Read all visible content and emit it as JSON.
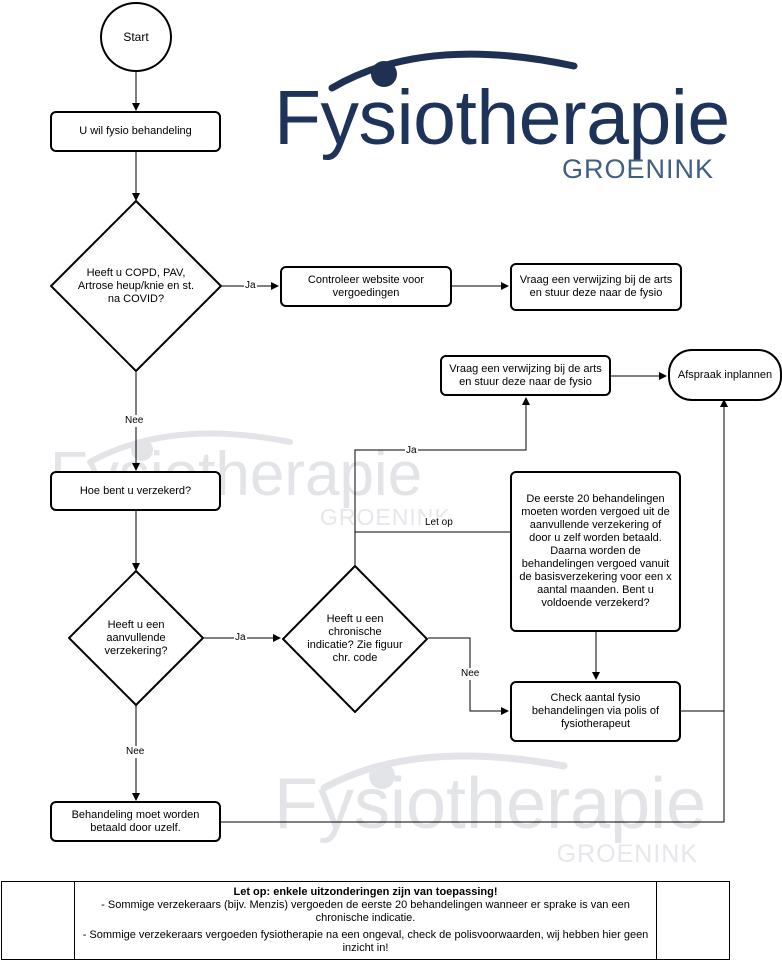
{
  "logo": {
    "title": "Fysiotherapie",
    "subtitle": "GROENINK"
  },
  "nodes": {
    "start": "Start",
    "want_treatment": "U wil fysio behandeling",
    "q_conditions": "Heeft u COPD, PAV, Artrose heup/knie en st. na COVID?",
    "check_website": "Controleer website voor vergoedingen",
    "referral_top": "Vraag een verwijzing bij de arts en stuur deze naar de fysio",
    "referral_mid": "Vraag een verwijzing bij de arts en stuur deze naar de fysio",
    "appointment": "Afspraak inplannen",
    "how_insured": "Hoe bent u verzekerd?",
    "q_supplementary": "Heeft u een aanvullende verzekering?",
    "q_chronic": "Heeft u een chronische indicatie? Zie figuur chr. code",
    "first_20": "De eerste 20 behandelingen moeten worden vergoed uit de aanvullende verzekering of door u zelf worden betaald. Daarna worden de behandelingen vergoed vanuit de basisverzekering voor een x aantal maanden. Bent u voldoende verzekerd?",
    "check_count": "Check aantal fysio behandelingen via polis of fysiotherapeut",
    "self_pay": "Behandeling moet worden betaald door uzelf."
  },
  "edge_labels": {
    "ja_conditions": "Ja",
    "nee_conditions": "Nee",
    "ja_supplementary": "Ja",
    "nee_supplementary": "Nee",
    "ja_chronic": "Ja",
    "let_op": "Let op",
    "nee_chronic": "Nee"
  },
  "note": {
    "heading": "Let op: enkele uitzonderingen zijn van toepassing!",
    "line1": "- Sommige verzekeraars (bijv. Menzis) vergoeden de eerste 20 behandelingen wanneer er sprake is van een chronische indicatie.",
    "line2": "- Sommige verzekeraars vergoeden fysiotherapie na een ongeval, check de polisvoorwaarden, wij hebben hier geen inzicht in!"
  },
  "colors": {
    "logo_dark": "#1e3359",
    "logo_sub": "#3f5f84",
    "logo_swoosh": "#1f3153",
    "watermark": "#e3e4e7"
  }
}
